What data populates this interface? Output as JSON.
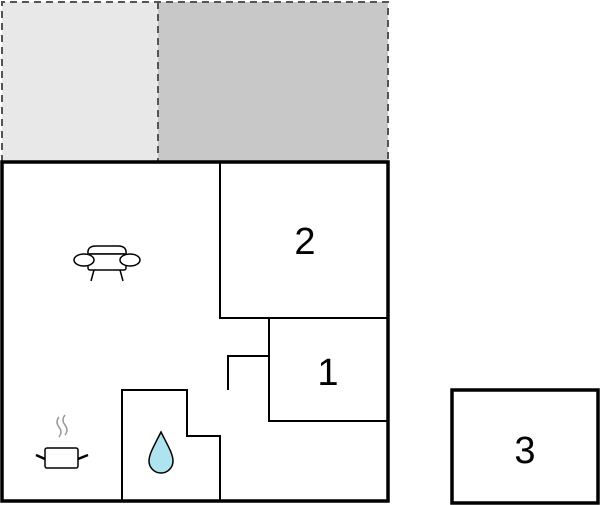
{
  "floorplan": {
    "rooms": [
      {
        "id": "room-2",
        "label": "2"
      },
      {
        "id": "room-1",
        "label": "1"
      },
      {
        "id": "room-3",
        "label": "3"
      }
    ],
    "icons": {
      "living": "sofa-icon",
      "kitchen": "cooking-pot-icon",
      "bathroom": "water-drop-icon"
    },
    "colors": {
      "wall": "#000000",
      "terrace_light": "#e8e8e8",
      "terrace_dark": "#c8c8c8",
      "water": "#aee3ef"
    }
  }
}
